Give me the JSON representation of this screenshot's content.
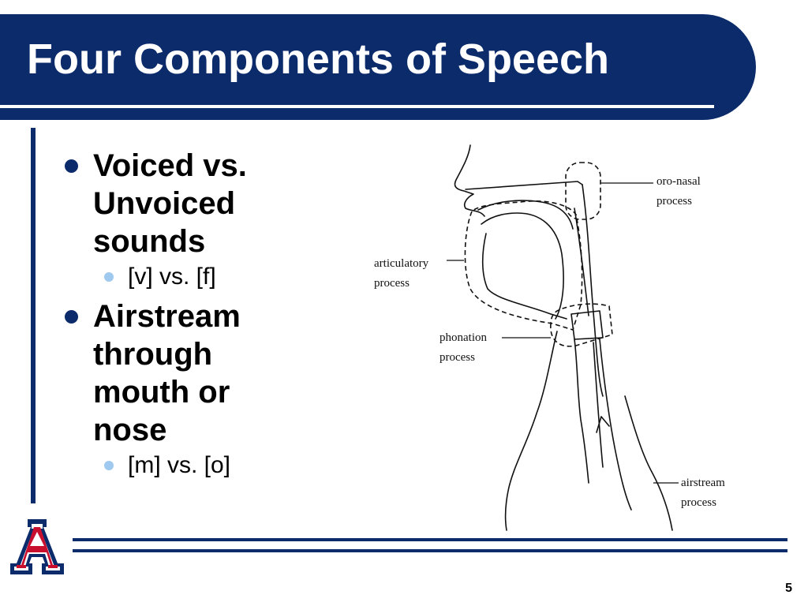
{
  "slide": {
    "title": "Four Components of Speech",
    "page_number": "5"
  },
  "bullets": [
    {
      "text": "Voiced vs. Unvoiced sounds",
      "sub": "[v] vs. [f]"
    },
    {
      "text": "Airstream through mouth or nose",
      "sub": "[m] vs. [o]"
    }
  ],
  "diagram": {
    "labels": {
      "oro_nasal": [
        "oro-nasal",
        "process"
      ],
      "articulatory": [
        "articulatory",
        "process"
      ],
      "phonation": [
        "phonation",
        "process"
      ],
      "airstream": [
        "airstream",
        "process"
      ]
    }
  },
  "colors": {
    "navy": "#0c2b6b",
    "cardinal": "#c8102e",
    "sub_bullet": "#9fc9ee"
  },
  "logo": {
    "icon": "university-a-logo-icon",
    "letter": "A"
  }
}
